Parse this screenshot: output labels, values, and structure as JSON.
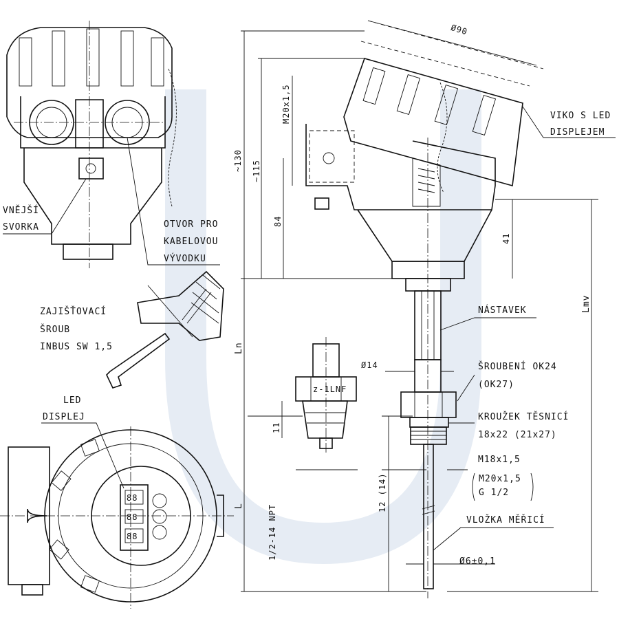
{
  "labels": {
    "viko": [
      "VIKO S LED",
      "DISPLEJEM"
    ],
    "vnejsi": [
      "VNĚJŠÍ",
      "SVORKA"
    ],
    "otvor": [
      "OTVOR PRO",
      "KABELOVOU",
      "VÝVODKU"
    ],
    "zajist": [
      "ZAJIŠŤOVACÍ",
      "ŠROUB",
      "INBUS SW 1,5"
    ],
    "led": [
      "LED",
      "DISPLEJ"
    ],
    "nastavek": "NÁSTAVEK",
    "sroubeni": [
      "ŠROUBENÍ OK24",
      "(OK27)"
    ],
    "krouzek": [
      "KROUŽEK TĚSNICÍ",
      "18x22 (21x27)"
    ],
    "m18": "M18x1,5",
    "m20g": [
      "M20x1,5",
      "G 1/2"
    ],
    "vlozka": "VLOŽKA MĚŘICÍ",
    "d6": "Ø6±0,1",
    "npt": "1/2-14 NPT",
    "hex": "z-1LNF"
  },
  "dimensions": {
    "d90": "Ø90",
    "c130": "~130",
    "c115": "~115",
    "m20": "M20x1,5",
    "d84": "84",
    "d41": "41",
    "lmv": "Lmv",
    "ln": "Ln",
    "l": "L",
    "d14": "Ø14",
    "d12": "12 (14)",
    "d11": "11"
  },
  "icons": [
    "hex-key-icon",
    "cable-gland-icon",
    "led-display-icon"
  ]
}
